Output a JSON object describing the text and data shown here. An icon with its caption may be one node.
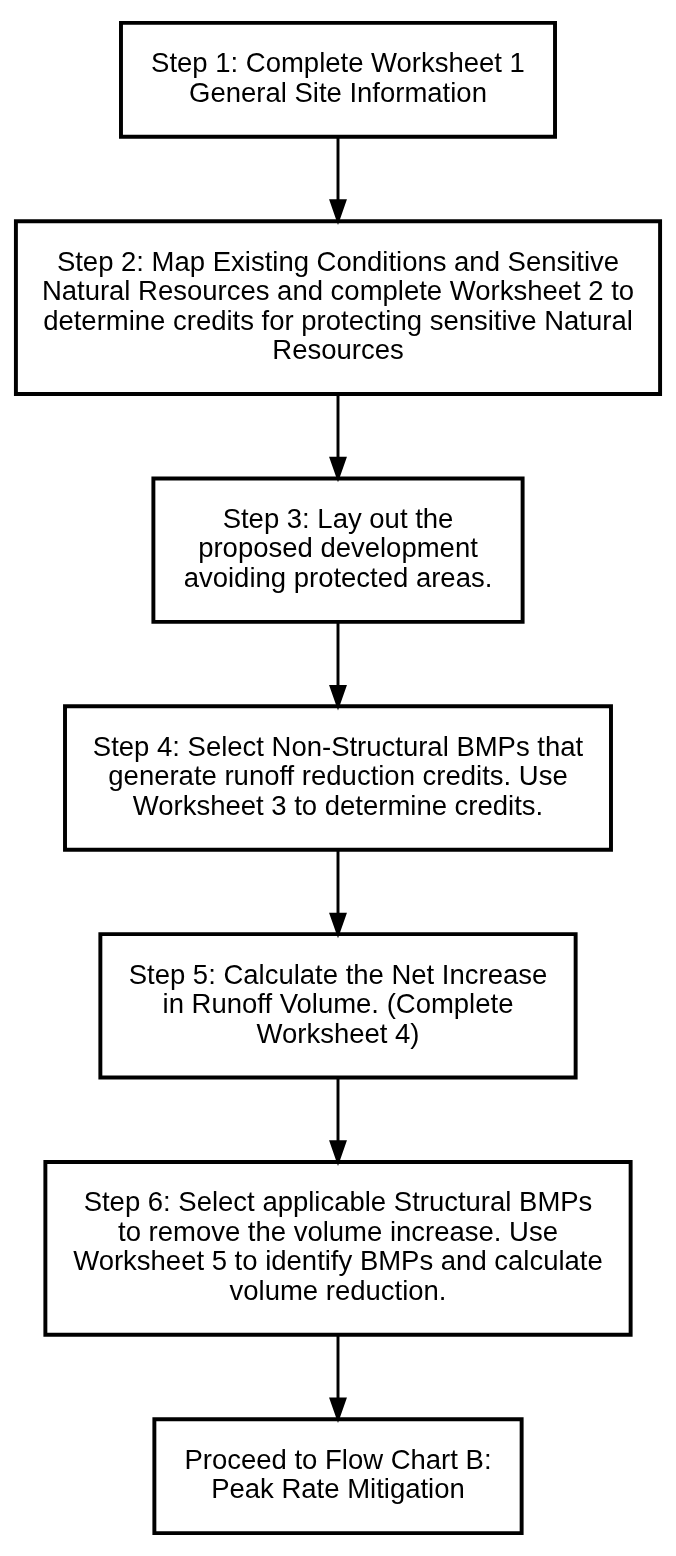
{
  "diagram": {
    "nodes": [
      {
        "text": [
          "Step 1: Complete Worksheet 1 General Site Information"
        ]
      },
      {
        "text": [
          "Step 2: Map Existing Conditions and Sensitive Natural Resources and complete Worksheet 2 to determine credits for protecting sensitive Natural Resources"
        ]
      },
      {
        "text": [
          "Step 3: Lay out the proposed development avoiding protected areas."
        ]
      },
      {
        "text": [
          "Step 4: Select Non-Structural BMPs that generate runoff reduction credits. Use Worksheet 3 to determine credits."
        ]
      },
      {
        "text": [
          "Step 5: Calculate the Net Increase in Runoff Volume. (Complete Worksheet 4)"
        ]
      },
      {
        "text": [
          "Step 6: Select applicable Structural BMPs to remove the volume increase. Use Worksheet 5 to identify BMPs and calculate volume reduction."
        ]
      },
      {
        "text": [
          "Proceed to Flow Chart B: Peak Rate Mitigation"
        ]
      }
    ],
    "edges": [
      {
        "from": 0,
        "to": 1,
        "arrow": "to"
      },
      {
        "from": 1,
        "to": 2,
        "arrow": "to"
      },
      {
        "from": 2,
        "to": 3,
        "arrow": "to"
      },
      {
        "from": 3,
        "to": 4,
        "arrow": "to"
      },
      {
        "from": 4,
        "to": 5,
        "arrow": "to"
      },
      {
        "from": 5,
        "to": 6,
        "arrow": "to"
      }
    ]
  }
}
